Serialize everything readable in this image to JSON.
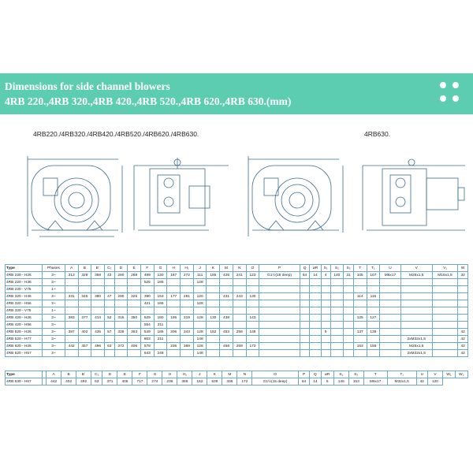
{
  "banner": {
    "title": "Dimensions for side channel blowers",
    "models": "4RB 220.,4RB 320.,4RB 420.,4RB 520.,4RB 620.,4RB 630.(mm)"
  },
  "drawing_captions": {
    "left": "4RB220./4RB320./4RB420./4RB520./4RB620./4RB630.",
    "right": "4RB630."
  },
  "colors": {
    "banner": "#5dcdb2",
    "grid": "#6ea8c8",
    "line": "#3d6b8a"
  },
  "table1": {
    "headers": [
      "Type",
      "Phases",
      "A",
      "B",
      "B´",
      "C₂",
      "D",
      "E",
      "F",
      "G",
      "H",
      "H₁",
      "J",
      "K",
      "M",
      "N",
      "O",
      "P",
      "Q",
      "øR",
      "S₁",
      "S₂",
      "S₃",
      "T",
      "T₁",
      "U",
      "V",
      "V₁",
      "W"
    ],
    "rows": [
      [
        "4RB 220 - H26",
        "3~",
        "313",
        "328",
        "358",
        "43",
        "260",
        "288",
        "489",
        "130",
        "167",
        "272",
        "111",
        "155",
        "426",
        "241",
        "123",
        "G1½(15 deep)",
        "64",
        "14",
        "4",
        "140",
        "31",
        "105",
        "107",
        "M6x17",
        "M25x1,5",
        "M16x1,5",
        "32"
      ],
      [
        "4RB 220 - H36",
        "3~",
        "",
        "",
        "",
        "",
        "",
        "",
        "525",
        "185",
        "",
        "",
        "128",
        "",
        "",
        "",
        "",
        "",
        "",
        "",
        "",
        "",
        "",
        "",
        "",
        "",
        "",
        "",
        ""
      ],
      [
        "4RB 220 - V75",
        "1~",
        "",
        "",
        "",
        "",
        "",
        "",
        "",
        "",
        "",
        "",
        "",
        "",
        "",
        "",
        "",
        "",
        "",
        "",
        "",
        "",
        "",
        "",
        "",
        "",
        "",
        "",
        ""
      ],
      [
        "4RB 320 - H46",
        "3~",
        "331",
        "345",
        "380",
        "47",
        "290",
        "325",
        "390",
        "153",
        "177",
        "281",
        "120",
        "",
        "431",
        "243",
        "130",
        "",
        "",
        "",
        "",
        "",
        "",
        "114",
        "116",
        "",
        "",
        "",
        ""
      ],
      [
        "4RB 320 - H56",
        "3~",
        "",
        "",
        "",
        "",
        "",
        "",
        "421",
        "165",
        "",
        "",
        "128",
        "",
        "",
        "",
        "",
        "",
        "",
        "",
        "",
        "",
        "",
        "",
        "",
        "",
        "",
        "",
        ""
      ],
      [
        "4RB 320 - V75",
        "1~",
        "",
        "",
        "",
        "",
        "",
        "",
        "",
        "",
        "",
        "",
        "",
        "",
        "",
        "",
        "",
        "",
        "",
        "",
        "",
        "",
        "",
        "",
        "",
        "",
        "",
        "",
        ""
      ],
      [
        "4RB 420 - H26",
        "3~",
        "383",
        "377",
        "414",
        "52",
        "315",
        "350",
        "529",
        "180",
        "195",
        "319",
        "128",
        "130",
        "438",
        "",
        "143",
        "",
        "",
        "",
        "",
        "",
        "",
        "125",
        "127",
        "",
        "",
        "",
        ""
      ],
      [
        "4RB 420 - H56",
        "3~",
        "",
        "",
        "",
        "",
        "",
        "",
        "554",
        "211",
        "",
        "",
        "",
        "",
        "",
        "",
        "",
        "",
        "",
        "",
        "",
        "",
        "",
        "",
        "",
        "",
        "",
        "",
        ""
      ],
      [
        "4RB 520 - H26",
        "3~",
        "387",
        "402",
        "435",
        "57",
        "328",
        "363",
        "549",
        "185",
        "206",
        "343",
        "128",
        "152",
        "453",
        "256",
        "148",
        "",
        "",
        "",
        "5",
        "",
        "",
        "137",
        "138",
        "",
        "",
        "",
        "42"
      ],
      [
        "4RB 520 - H77",
        "3~",
        "",
        "",
        "",
        "",
        "",
        "",
        "603",
        "211",
        "",
        "",
        "148",
        "",
        "",
        "",
        "",
        "",
        "",
        "",
        "",
        "",
        "",
        "",
        "",
        "",
        "2xM32x1,5",
        "",
        "42"
      ],
      [
        "4RB 620 - H26",
        "3~",
        "442",
        "457",
        "496",
        "63",
        "372",
        "406",
        "578",
        "",
        "236",
        "389",
        "128",
        "",
        "458",
        "259",
        "173",
        "",
        "",
        "",
        "",
        "",
        "",
        "153",
        "155",
        "",
        "M25x1,5",
        "",
        "42"
      ],
      [
        "4RB 620 - H57",
        "3~",
        "",
        "",
        "",
        "",
        "",
        "",
        "643",
        "248",
        "",
        "",
        "148",
        "",
        "",
        "",
        "",
        "",
        "",
        "",
        "",
        "",
        "",
        "",
        "",
        "",
        "2xM32x1,5",
        "",
        "42"
      ]
    ]
  },
  "table2": {
    "headers": [
      "Type",
      "",
      "A",
      "B",
      "B´",
      "C₂",
      "D",
      "E",
      "F",
      "G",
      "H",
      "H₁",
      "J",
      "K",
      "M",
      "N",
      "O",
      "P",
      "Q",
      "øR",
      "S₁",
      "S₂",
      "T",
      "T₁",
      "U",
      "V",
      "W₁",
      "W₂"
    ],
    "rows": [
      [
        "4RB 630 - H67",
        "",
        "442",
        "402",
        "492",
        "63",
        "371",
        "406",
        "717",
        "274",
        "236",
        "389",
        "152",
        "539",
        "336",
        "172",
        "G1½(15 deep)",
        "64",
        "14",
        "5",
        "146",
        "153",
        "M6x17",
        "M32x1,5",
        "42",
        "120"
      ]
    ]
  }
}
